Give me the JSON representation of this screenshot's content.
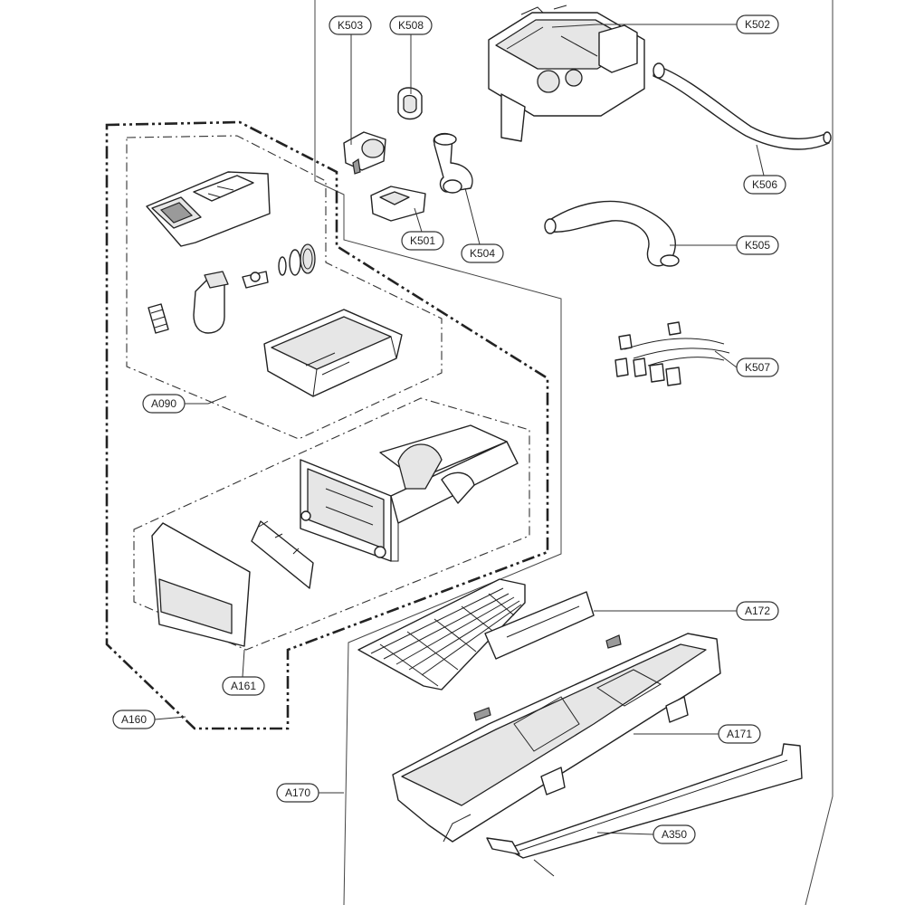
{
  "labels": {
    "K503": "K503",
    "K508": "K508",
    "K502": "K502",
    "K506": "K506",
    "K501": "K501",
    "K504": "K504",
    "K505": "K505",
    "K507": "K507",
    "A090": "A090",
    "A172": "A172",
    "A161": "A161",
    "A160": "A160",
    "A171": "A171",
    "A170": "A170",
    "A350": "A350"
  }
}
